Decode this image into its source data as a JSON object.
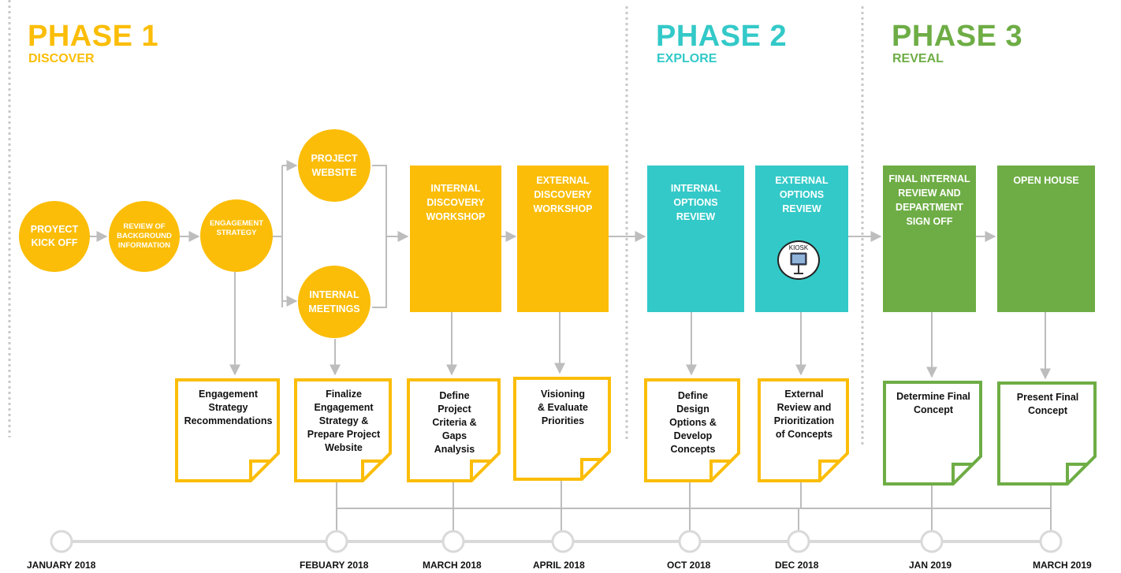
{
  "colors": {
    "phase1": "#FBBD07",
    "phase2": "#33C9C8",
    "phase3": "#6EAD45",
    "line": "#BDBDBD",
    "timeline": "#D9D9D9"
  },
  "phases": [
    {
      "title": "PHASE 1",
      "subtitle": "DISCOVER"
    },
    {
      "title": "PHASE 2",
      "subtitle": "EXPLORE"
    },
    {
      "title": "PHASE 3",
      "subtitle": "REVEAL"
    }
  ],
  "circles": [
    {
      "label": "PROYECT\nKICK OFF"
    },
    {
      "label": "REVIEW OF\nBACKGROUND\nINFORMATION"
    },
    {
      "label": "ENGAGEMENT\nSTRATEGY"
    },
    {
      "label": "PROJECT\nWEBSITE"
    },
    {
      "label": "INTERNAL\nMEETINGS"
    }
  ],
  "boxes": [
    {
      "label": "INTERNAL\nDISCOVERY\nWORKSHOP"
    },
    {
      "label": "EXTERNAL\nDISCOVERY\nWORKSHOP"
    },
    {
      "label": "INTERNAL\nOPTIONS\nREVIEW"
    },
    {
      "label": "EXTERNAL\nOPTIONS\nREVIEW"
    },
    {
      "label": "FINAL INTERNAL\nREVIEW AND\nDEPARTMENT\nSIGN OFF"
    },
    {
      "label": "OPEN HOUSE"
    }
  ],
  "kiosk": {
    "label": "KIOSK",
    "icon": "kiosk-icon"
  },
  "notes": [
    {
      "label": "Engagement\nStrategy\nRecommendations"
    },
    {
      "label": "Finalize\nEngagement\nStrategy &\nPrepare Project\nWebsite"
    },
    {
      "label": "Define\nProject\nCriteria &\nGaps\nAnalysis"
    },
    {
      "label": "Visioning\n& Evaluate\nPriorities"
    },
    {
      "label": "Define\nDesign\nOptions &\nDevelop\nConcepts"
    },
    {
      "label": "External\nReview and\nPrioritization\nof Concepts"
    },
    {
      "label": "Determine Final\nConcept"
    },
    {
      "label": "Present Final\nConcept"
    }
  ],
  "timeline": [
    "JANUARY 2018",
    "FEBUARY 2018",
    "MARCH 2018",
    "APRIL 2018",
    "OCT 2018",
    "DEC 2018",
    "JAN 2019",
    "MARCH 2019"
  ]
}
